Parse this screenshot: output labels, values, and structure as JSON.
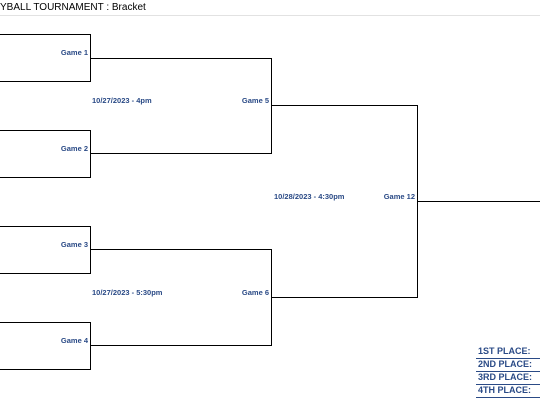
{
  "header": {
    "title": "YBALL TOURNAMENT : Bracket"
  },
  "round1": {
    "games": [
      {
        "label": "Game 1"
      },
      {
        "label": "Game 2"
      },
      {
        "label": "Game 3"
      },
      {
        "label": "Game 4"
      }
    ]
  },
  "round2": {
    "games": [
      {
        "label": "Game 5",
        "date": "10/27/2023 - 4pm"
      },
      {
        "label": "Game 6",
        "date": "10/27/2023 - 5:30pm"
      }
    ]
  },
  "final": {
    "label": "Game 12",
    "date": "10/28/2023 - 4:30pm"
  },
  "standings": [
    {
      "label": "1ST PLACE:"
    },
    {
      "label": "2ND PLACE:"
    },
    {
      "label": "3RD PLACE:"
    },
    {
      "label": "4TH PLACE:"
    }
  ],
  "colors": {
    "label_blue": "#2a4a86",
    "line": "#000000"
  }
}
